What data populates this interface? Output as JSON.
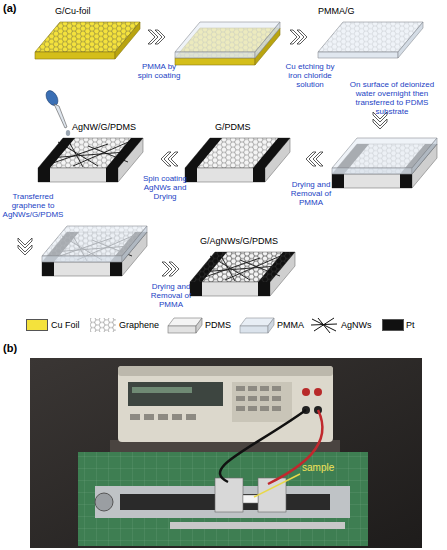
{
  "diagram": {
    "nodes": [
      {
        "text": [
          "G/Cu-foil"
        ]
      },
      {
        "text": [
          "PMMA/G"
        ]
      },
      {
        "text": [
          "AgNW/G/PDMS"
        ]
      },
      {
        "text": [
          "G/PDMS"
        ]
      },
      {
        "text": [
          "G/AgNWs/G/PDMS"
        ]
      }
    ],
    "labels": [
      "(a)",
      "PMMA by spin coating",
      "Cu etching by iron chloride solution",
      "On surface of deionized water overnight then transferred to PDMS substrate",
      "Spin coating AgNWs and Drying",
      "Drying and Removal of PMMA",
      "Transferred graphene to AgNWs/G/PDMS",
      "Drying and Removal of PMMA",
      "(b)",
      "sample"
    ],
    "legend": [
      {
        "text": "Cu Foil",
        "color": "#f4e23c"
      },
      {
        "text": "Graphene"
      },
      {
        "text": "PDMS"
      },
      {
        "text": "PMMA"
      },
      {
        "text": "AgNWs"
      },
      {
        "text": "Pt",
        "color": "#111111"
      }
    ]
  }
}
